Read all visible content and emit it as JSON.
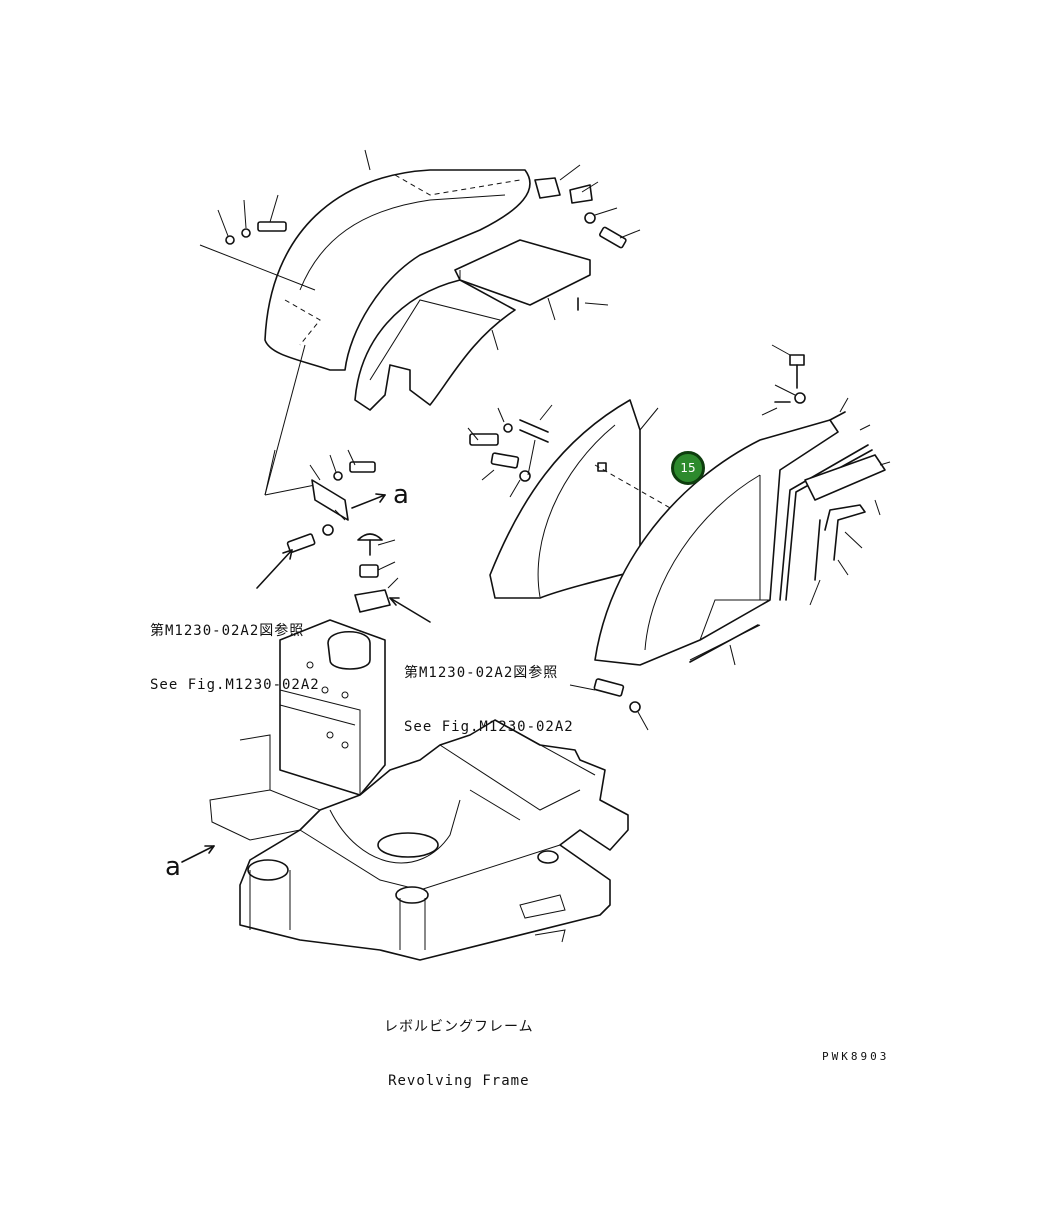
{
  "figure": {
    "ref_note_1": {
      "jp": "第M1230-02A2図参照",
      "en": "See Fig.M1230-02A2"
    },
    "ref_note_2": {
      "jp": "第M1230-02A2図参照",
      "en": "See Fig.M1230-02A2"
    },
    "arrow_label_upper": "a",
    "arrow_label_lower": "a",
    "frame_label": {
      "jp": "レボルビングフレーム",
      "en": "Revolving Frame"
    },
    "drawing_code": "PWK8903",
    "callout_number": "15",
    "callout_color": "#2d8a2d"
  }
}
